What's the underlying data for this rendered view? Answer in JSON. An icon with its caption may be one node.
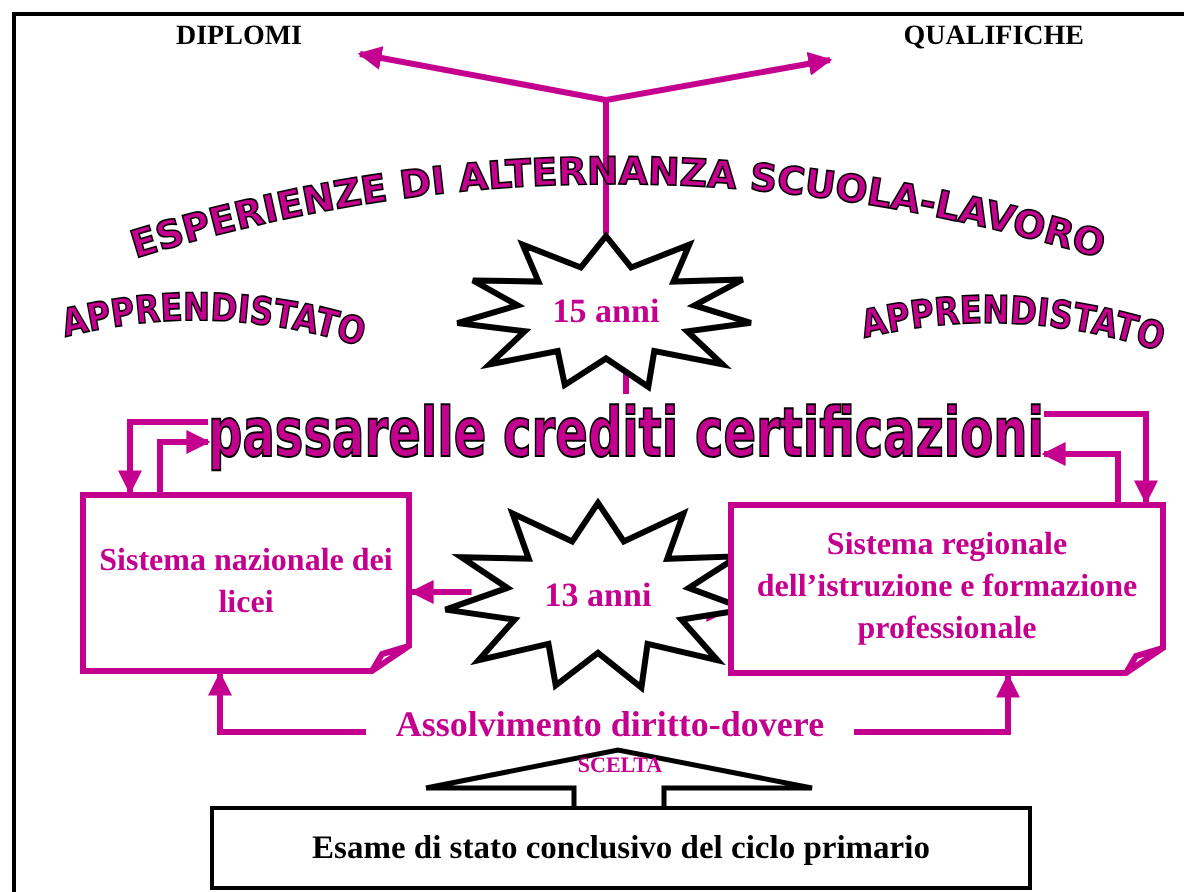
{
  "diagram": {
    "nodes": [
      {
        "text": [
          "DIPLOMI"
        ]
      },
      {
        "text": [
          "QUALIFICHE"
        ]
      },
      {
        "text": [
          "ESPERIENZE DI ALTERNANZA SCUOLA-LAVORO"
        ]
      },
      {
        "text": [
          "15 anni"
        ]
      },
      {
        "text": [
          "passarelle crediti certificazioni"
        ]
      },
      {
        "text": [
          "Sistema nazionale dei licei"
        ]
      },
      {
        "text": [
          "13 anni"
        ]
      },
      {
        "text": [
          "Sistema regionale dell’istruzione e formazione professionale"
        ]
      },
      {
        "text": [
          "Assolvimento diritto-dovere"
        ]
      },
      {
        "text": [
          "SCELTA"
        ]
      },
      {
        "text": [
          "Esame di stato conclusivo del ciclo primario"
        ]
      }
    ],
    "edges": [
      {
        "from": 3,
        "to": 0,
        "arrow": "to"
      },
      {
        "from": 3,
        "to": 1,
        "arrow": "to"
      },
      {
        "from": 4,
        "to": 3,
        "arrow": "none"
      },
      {
        "from": 4,
        "to": 5,
        "arrow": "to"
      },
      {
        "from": 5,
        "to": 4,
        "arrow": "to"
      },
      {
        "from": 4,
        "to": 7,
        "arrow": "to"
      },
      {
        "from": 7,
        "to": 4,
        "arrow": "to"
      },
      {
        "from": 6,
        "to": 5,
        "arrow": "to"
      },
      {
        "from": 6,
        "to": 7,
        "arrow": "to"
      },
      {
        "from": 8,
        "to": 5,
        "arrow": "to"
      },
      {
        "from": 8,
        "to": 7,
        "arrow": "to"
      }
    ],
    "labels": [
      "APPRENDISTATO",
      "APPRENDISTATO"
    ]
  }
}
